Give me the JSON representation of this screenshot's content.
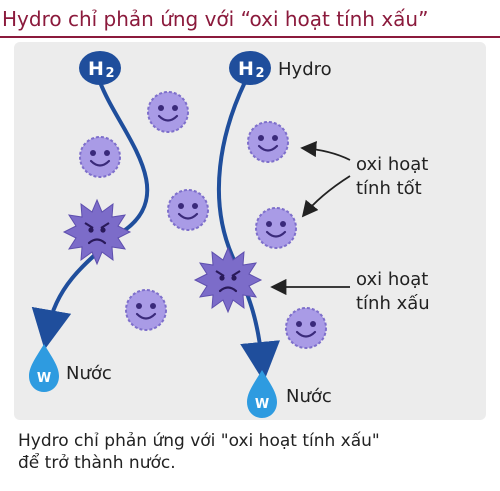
{
  "title": "Hydro chỉ phản ứng với “oxi hoạt tính xấu”",
  "molecule_symbol": "H",
  "molecule_subscript": "2",
  "hydro_label": "Hydro",
  "good_oxygen_label": [
    "oxi hoạt",
    "tính tốt"
  ],
  "bad_oxygen_label": [
    "oxi hoạt",
    "tính xấu"
  ],
  "water_symbol": "W",
  "water_label": "Nước",
  "caption": [
    "Hydro chỉ phản ứng với \"oxi hoạt tính xấu\"",
    "để trở thành nước."
  ],
  "colors": {
    "title": "#8B1A3C",
    "hydro_blue": "#1F4E9C",
    "good_oxygen_fill": "#A99BE6",
    "bad_oxygen_fill": "#7C6CC9",
    "water_drop": "#2E9BE0",
    "panel": "#ECECEC"
  }
}
